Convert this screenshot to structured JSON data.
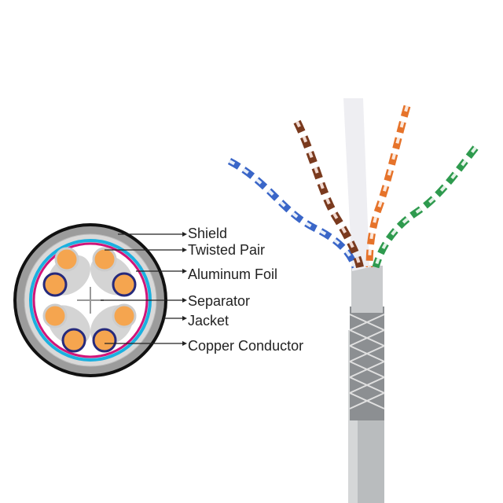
{
  "labels": {
    "shield": "Shield",
    "twisted_pair": "Twisted Pair",
    "aluminum_foil": "Aluminum Foil",
    "separator": "Separator",
    "jacket": "Jacket",
    "copper_conductor": "Copper Conductor"
  },
  "colors": {
    "jacket": "#9a9a9a",
    "foil_blue": "#1ab0e0",
    "foil_magenta": "#d0157a",
    "conductor": "#f5a54f",
    "pair_ring": "#262a7c"
  }
}
